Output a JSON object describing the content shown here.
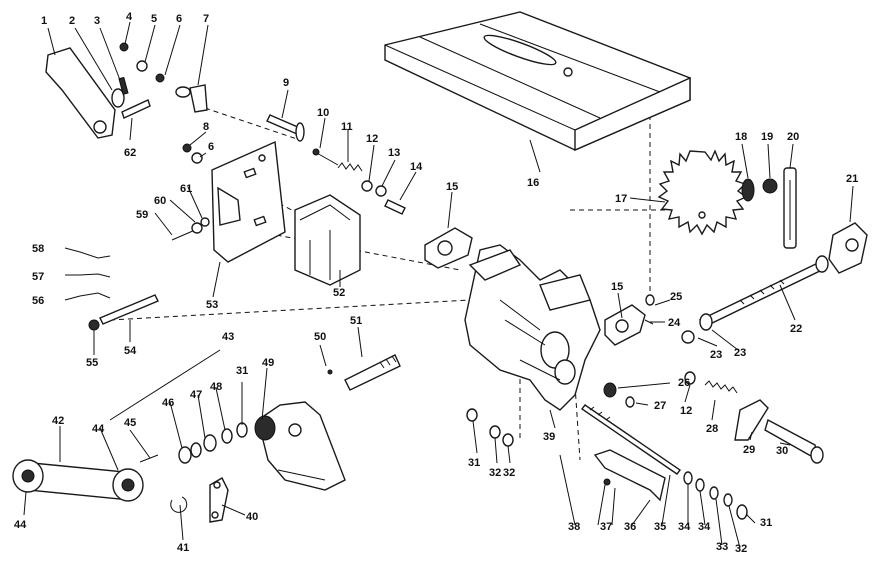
{
  "callouts": [
    {
      "id": "n1",
      "text": "1"
    },
    {
      "id": "n2",
      "text": "2"
    },
    {
      "id": "n3",
      "text": "3"
    },
    {
      "id": "n4",
      "text": "4"
    },
    {
      "id": "n5",
      "text": "5"
    },
    {
      "id": "n6a",
      "text": "6"
    },
    {
      "id": "n7",
      "text": "7"
    },
    {
      "id": "n8",
      "text": "8"
    },
    {
      "id": "n6b",
      "text": "6"
    },
    {
      "id": "n9",
      "text": "9"
    },
    {
      "id": "n10",
      "text": "10"
    },
    {
      "id": "n11",
      "text": "11"
    },
    {
      "id": "n12a",
      "text": "12"
    },
    {
      "id": "n13",
      "text": "13"
    },
    {
      "id": "n14",
      "text": "14"
    },
    {
      "id": "n15a",
      "text": "15"
    },
    {
      "id": "n16",
      "text": "16"
    },
    {
      "id": "n17",
      "text": "17"
    },
    {
      "id": "n18",
      "text": "18"
    },
    {
      "id": "n19",
      "text": "19"
    },
    {
      "id": "n20",
      "text": "20"
    },
    {
      "id": "n21",
      "text": "21"
    },
    {
      "id": "n22",
      "text": "22"
    },
    {
      "id": "n23a",
      "text": "23"
    },
    {
      "id": "n23b",
      "text": "23"
    },
    {
      "id": "n24",
      "text": "24"
    },
    {
      "id": "n25",
      "text": "25"
    },
    {
      "id": "n15b",
      "text": "15"
    },
    {
      "id": "n26",
      "text": "26"
    },
    {
      "id": "n27",
      "text": "27"
    },
    {
      "id": "n12b",
      "text": "12"
    },
    {
      "id": "n28",
      "text": "28"
    },
    {
      "id": "n29",
      "text": "29"
    },
    {
      "id": "n30",
      "text": "30"
    },
    {
      "id": "n31a",
      "text": "31"
    },
    {
      "id": "n32a",
      "text": "32"
    },
    {
      "id": "n33",
      "text": "33"
    },
    {
      "id": "n34a",
      "text": "34"
    },
    {
      "id": "n34b",
      "text": "34"
    },
    {
      "id": "n35",
      "text": "35"
    },
    {
      "id": "n36",
      "text": "36"
    },
    {
      "id": "n37",
      "text": "37"
    },
    {
      "id": "n38",
      "text": "38"
    },
    {
      "id": "n39",
      "text": "39"
    },
    {
      "id": "n31b",
      "text": "31"
    },
    {
      "id": "n32b",
      "text": "32"
    },
    {
      "id": "n32c",
      "text": "32"
    },
    {
      "id": "n40",
      "text": "40"
    },
    {
      "id": "n41",
      "text": "41"
    },
    {
      "id": "n42",
      "text": "42"
    },
    {
      "id": "n43",
      "text": "43"
    },
    {
      "id": "n44a",
      "text": "44"
    },
    {
      "id": "n44b",
      "text": "44"
    },
    {
      "id": "n45",
      "text": "45"
    },
    {
      "id": "n46",
      "text": "46"
    },
    {
      "id": "n47",
      "text": "47"
    },
    {
      "id": "n48",
      "text": "48"
    },
    {
      "id": "n31c",
      "text": "31"
    },
    {
      "id": "n49",
      "text": "49"
    },
    {
      "id": "n50",
      "text": "50"
    },
    {
      "id": "n51",
      "text": "51"
    },
    {
      "id": "n52",
      "text": "52"
    },
    {
      "id": "n53",
      "text": "53"
    },
    {
      "id": "n54",
      "text": "54"
    },
    {
      "id": "n55",
      "text": "55"
    },
    {
      "id": "n56",
      "text": "56"
    },
    {
      "id": "n57",
      "text": "57"
    },
    {
      "id": "n58",
      "text": "58"
    },
    {
      "id": "n59",
      "text": "59"
    },
    {
      "id": "n60",
      "text": "60"
    },
    {
      "id": "n61",
      "text": "61"
    },
    {
      "id": "n62",
      "text": "62"
    }
  ]
}
